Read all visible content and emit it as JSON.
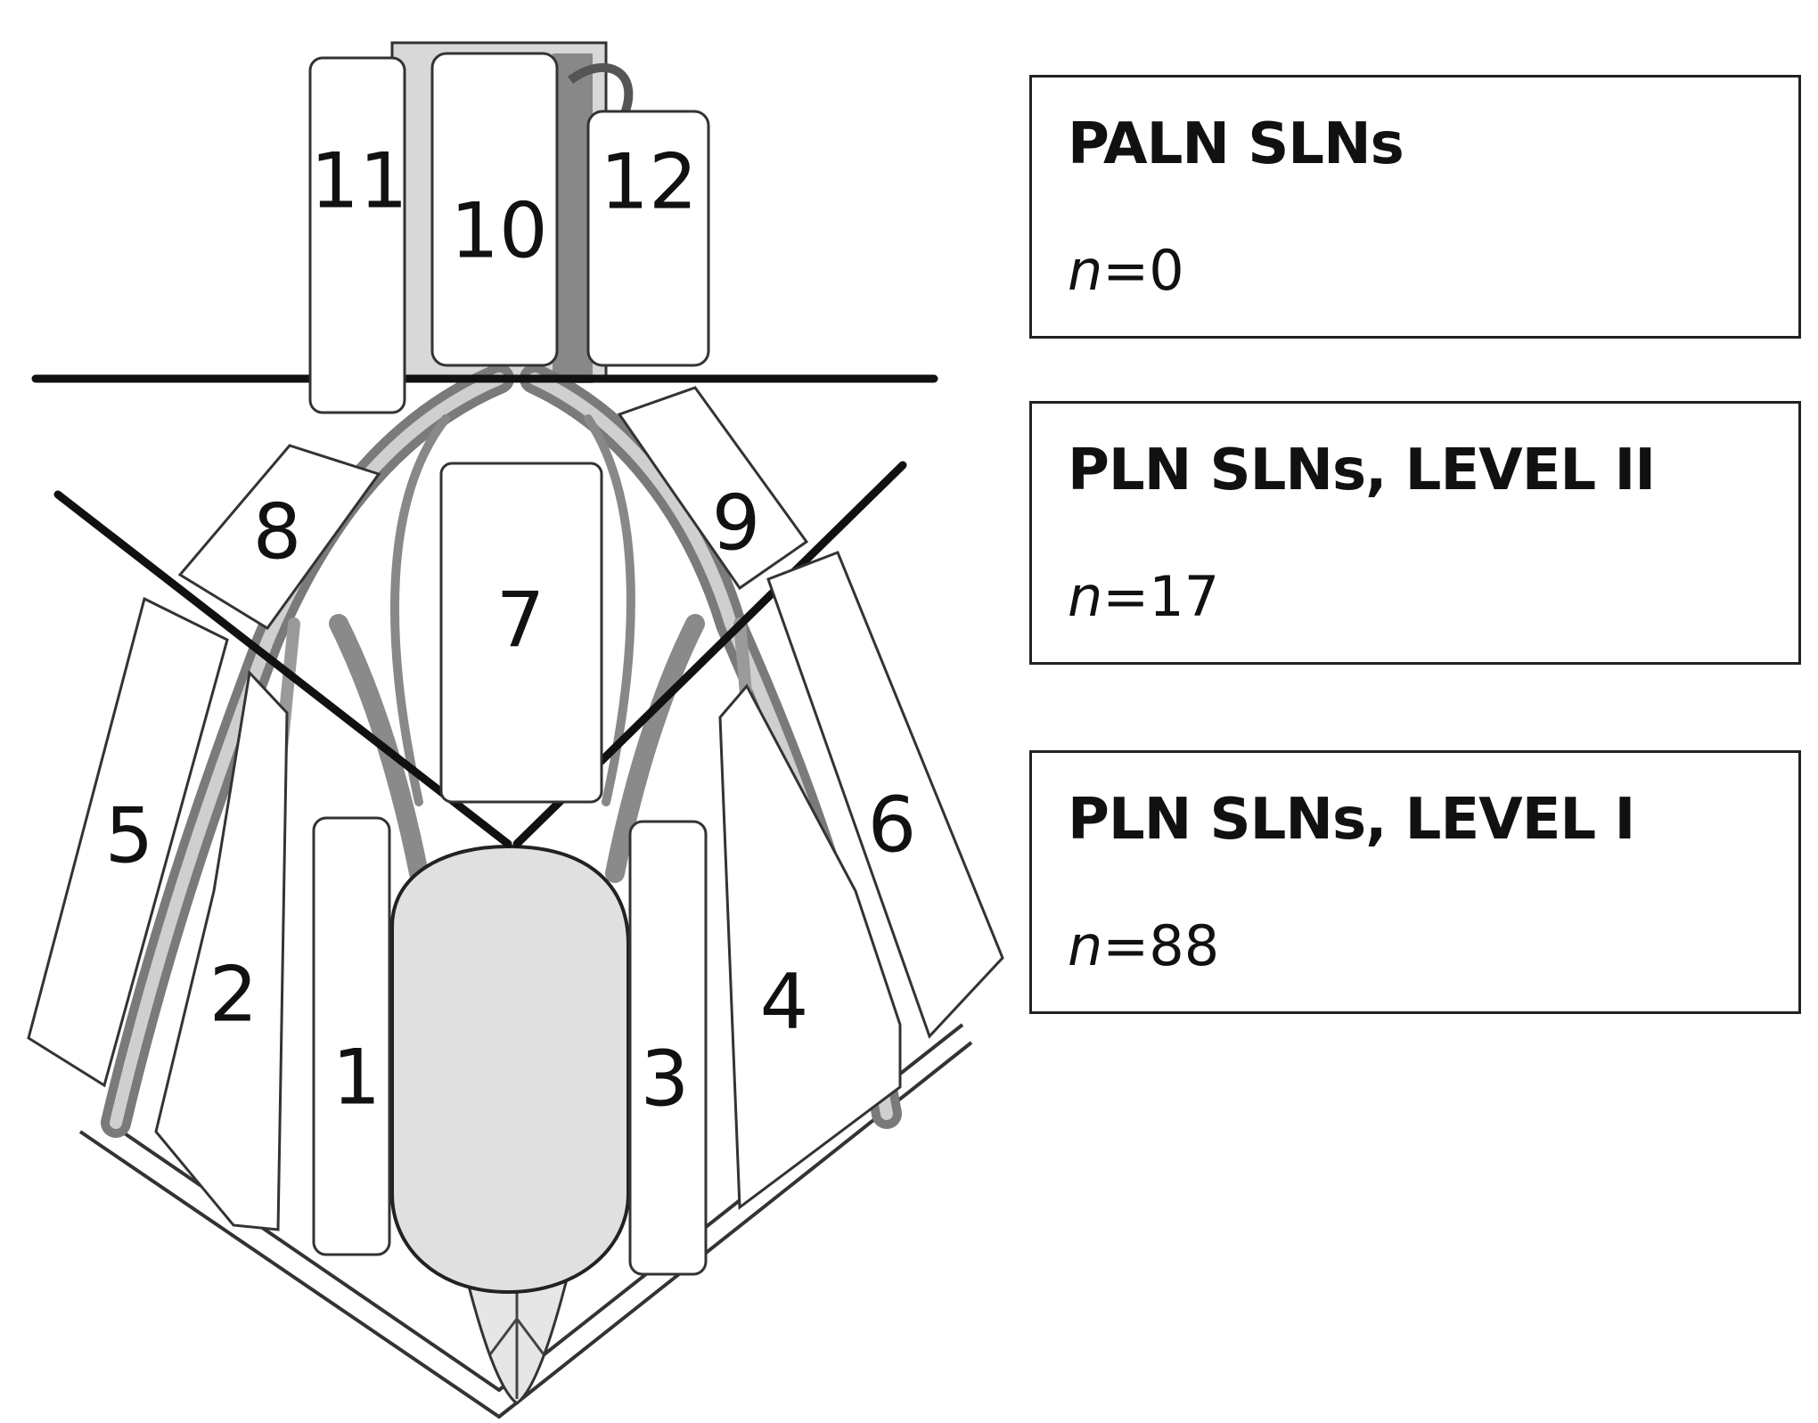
{
  "zones": [
    {
      "number": "1"
    },
    {
      "number": "2"
    },
    {
      "number": "3"
    },
    {
      "number": "4"
    },
    {
      "number": "5"
    },
    {
      "number": "6"
    },
    {
      "number": "7"
    },
    {
      "number": "8"
    },
    {
      "number": "9"
    },
    {
      "number": "10"
    },
    {
      "number": "11"
    },
    {
      "number": "12"
    }
  ],
  "boxes": [
    {
      "title": "PALN SLNs",
      "n_label": "n",
      "count": "=0"
    },
    {
      "title": "PLN SLNs, LEVEL II",
      "n_label": "n",
      "count": "=17"
    },
    {
      "title": "PLN SLNs, LEVEL I",
      "n_label": "n",
      "count": "=88"
    }
  ]
}
